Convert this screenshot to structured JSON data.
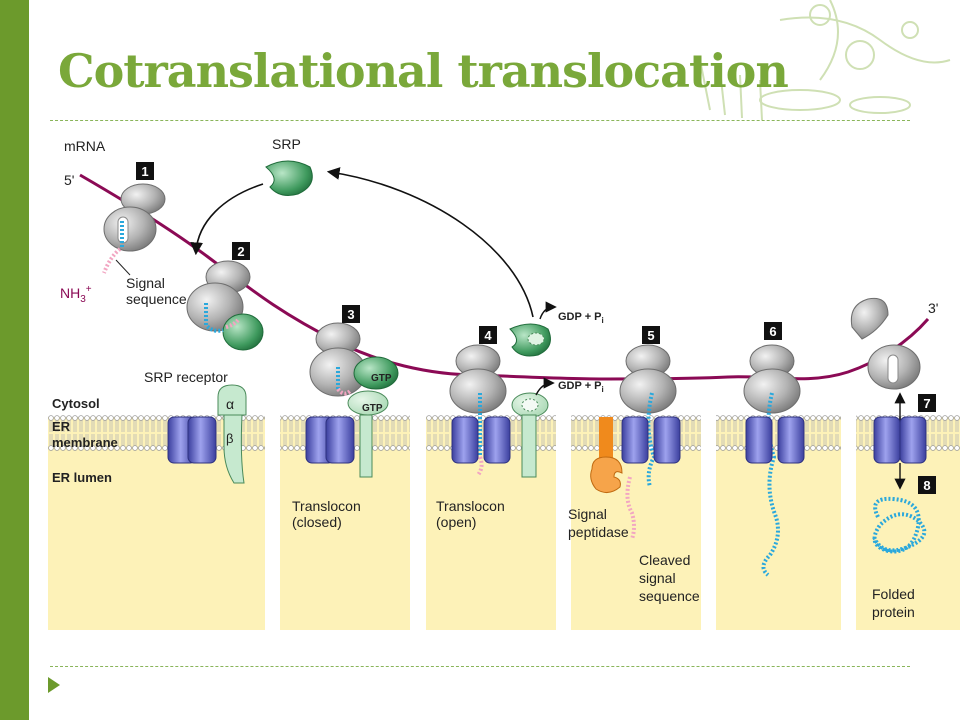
{
  "slide": {
    "title": "Cotranslational translocation"
  },
  "labels": {
    "mrna": "mRNA",
    "five_prime": "5'",
    "three_prime": "3'",
    "srp": "SRP",
    "nh3": "NH",
    "nh3_sub": "3",
    "nh3_sup": "+",
    "signal_sequence_1": "Signal",
    "signal_sequence_2": "sequence",
    "srp_receptor": "SRP receptor",
    "alpha": "α",
    "beta": "β",
    "cytosol": "Cytosol",
    "er_membrane_1": "ER",
    "er_membrane_2": "membrane",
    "er_lumen": "ER lumen",
    "gtp": "GTP",
    "gdp_pi": "GDP + P",
    "gdp_pi_sub": "i",
    "translocon_closed_1": "Translocon",
    "translocon_closed_2": "(closed)",
    "translocon_open_1": "Translocon",
    "translocon_open_2": "(open)",
    "signal_peptidase_1": "Signal",
    "signal_peptidase_2": "peptidase",
    "cleaved_1": "Cleaved",
    "cleaved_2": "signal",
    "cleaved_3": "sequence",
    "folded_1": "Folded",
    "folded_2": "protein"
  },
  "steps": [
    "1",
    "2",
    "3",
    "4",
    "5",
    "6",
    "7",
    "8"
  ],
  "colors": {
    "sidebar": "#6c9a2c",
    "title": "#7aa83a",
    "mrna": "#8b0a55",
    "ribosome": "#b5b5b5",
    "srp": "#3f9a5e",
    "translocon": "#6b6fd0",
    "lumen": "#fdf2b8",
    "peptide": "#2aa8dc",
    "signal": "#f2a6c2",
    "peptidase": "#f08a1c"
  }
}
